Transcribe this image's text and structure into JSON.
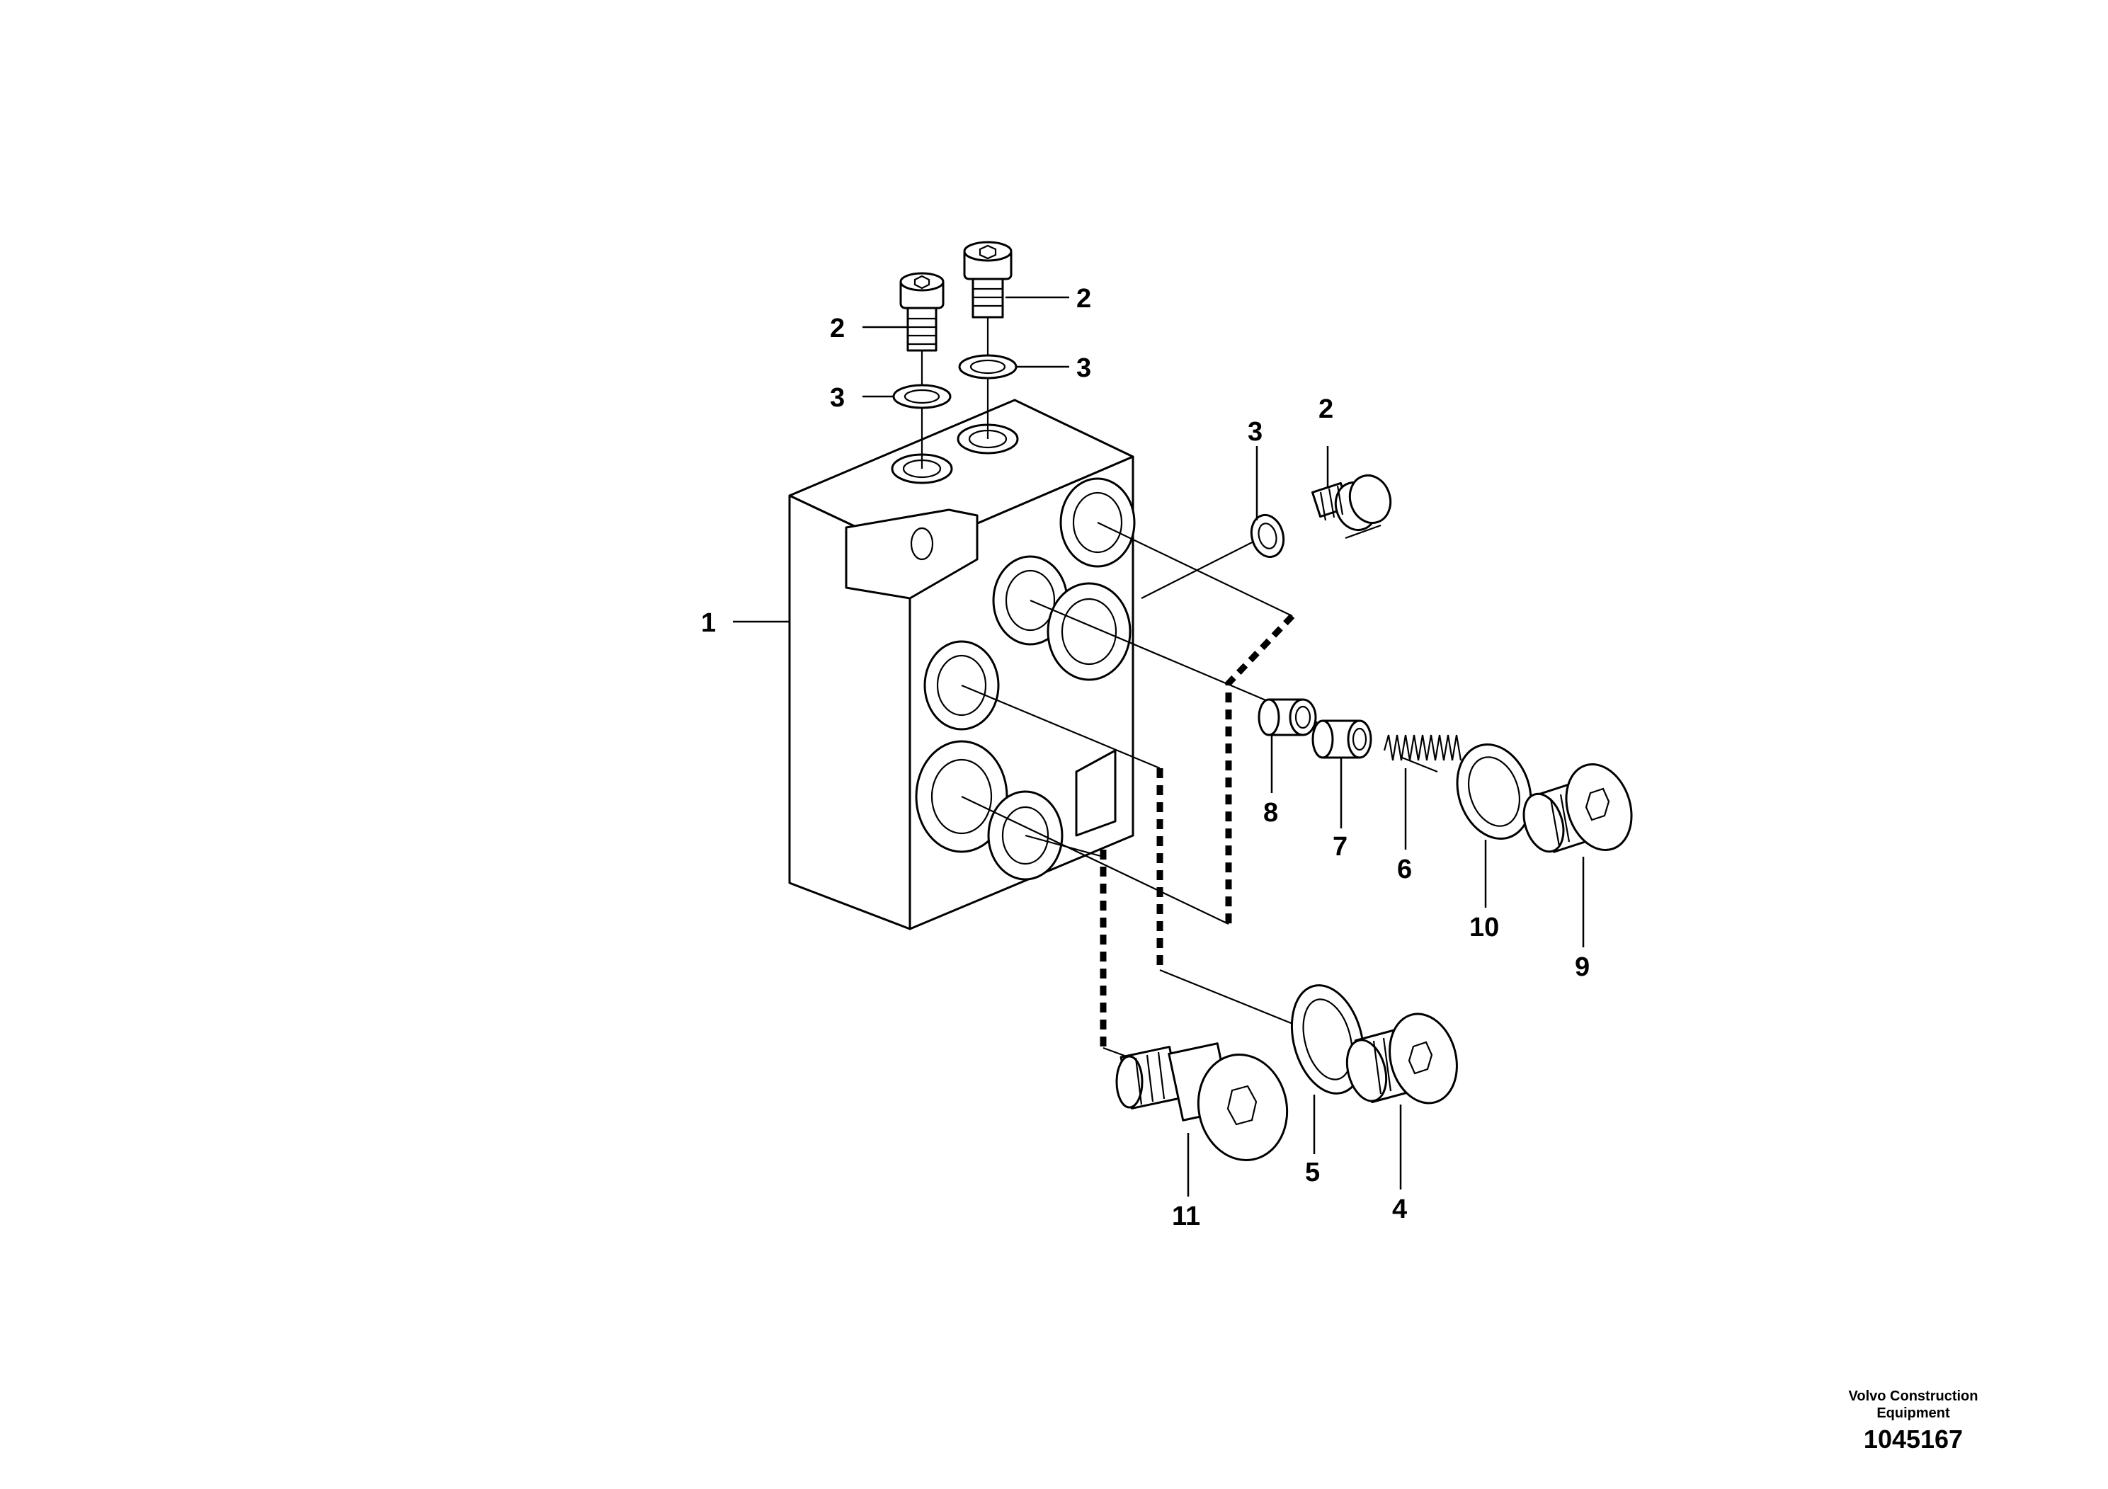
{
  "diagram": {
    "callouts": [
      {
        "id": "c1",
        "label": "1"
      },
      {
        "id": "c2a",
        "label": "2"
      },
      {
        "id": "c2b",
        "label": "2"
      },
      {
        "id": "c2c",
        "label": "2"
      },
      {
        "id": "c3a",
        "label": "3"
      },
      {
        "id": "c3b",
        "label": "3"
      },
      {
        "id": "c3c",
        "label": "3"
      },
      {
        "id": "c4",
        "label": "4"
      },
      {
        "id": "c5",
        "label": "5"
      },
      {
        "id": "c6",
        "label": "6"
      },
      {
        "id": "c7",
        "label": "7"
      },
      {
        "id": "c8",
        "label": "8"
      },
      {
        "id": "c9",
        "label": "9"
      },
      {
        "id": "c10",
        "label": "10"
      },
      {
        "id": "c11",
        "label": "11"
      }
    ]
  },
  "footer": {
    "company_line1": "Volvo Construction",
    "company_line2": "Equipment",
    "drawing_number": "1045167"
  }
}
